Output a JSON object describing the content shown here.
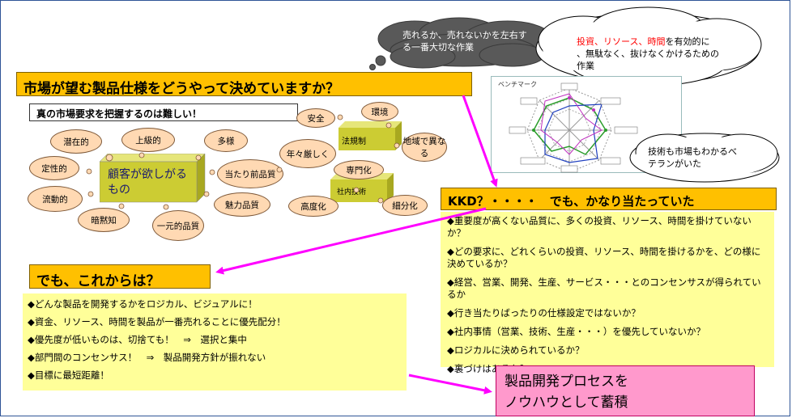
{
  "clouds": {
    "dark": "売れるか、売れないかを左右す\nる一番大切な作業",
    "white_red": "投資、リソース、時間",
    "white_red_rest": "を有効的に\n、無駄なく、抜けなくかけるための\n作業",
    "veteran": "技術も市場もわかるべ\nテランがいた"
  },
  "main_question": "市場が望む製品仕様をどうやって決めていますか？",
  "subtitle": "真の市場要求を把握するのは難しい！",
  "customer_box": "顧客が欲しがるもの",
  "needs": [
    "潜在的",
    "上級的",
    "多様",
    "定性的",
    "当たり前品質",
    "流動的",
    "暗黙知",
    "一元的品質",
    "魅力品質",
    "年々厳しく",
    "安全",
    "環境",
    "地域で異なる",
    "法規制",
    "専門化",
    "社内技術",
    "高度化",
    "細分化"
  ],
  "radar_title": "ベンチマーク",
  "kkd": {
    "title": "KKD？・・・・　でも、かなり当たっていた",
    "items": [
      "◆重要度が高くない品質に、多くの投資、リソース、時間を掛けていないか？",
      "◆どの要求に、どれくらいの投資、リソース、時間を掛けるかを、どの様に決めているか？",
      "◆経営、営業、開発、生産、サービス・・・とのコンセンサスが得られているか",
      "◆行き当たりばったりの仕様設定ではないか？",
      "◆社内事情（営業、技術、生産・・・）を優先していないか？",
      "◆ロジカルに決められているか？",
      "◆裏づけはあるか？"
    ]
  },
  "future": {
    "title": "でも、これからは？",
    "items": [
      "◆どんな製品を開発するかをロジカル、ビジュアルに！",
      "◆資金、リソース、時間を製品が一番売れることに優先配分！",
      "◆優先度が低いものは、切捨ても！　⇒　選択と集中",
      "◆部門間のコンセンサス！　⇒　製品開発方針が振れない",
      "◆目標に最短距離！"
    ]
  },
  "pink_box": {
    "line1": "製品開発プロセスを",
    "line2": "ノウハウとして蓄積"
  },
  "colors": {
    "title_fill": "#ffc000",
    "box_fill": "#ffff99",
    "pink_fill": "#ff99cc",
    "arrow": "#ff00ff",
    "cloud_dark": "#595959",
    "thought_fill": "#ffd9b3"
  }
}
